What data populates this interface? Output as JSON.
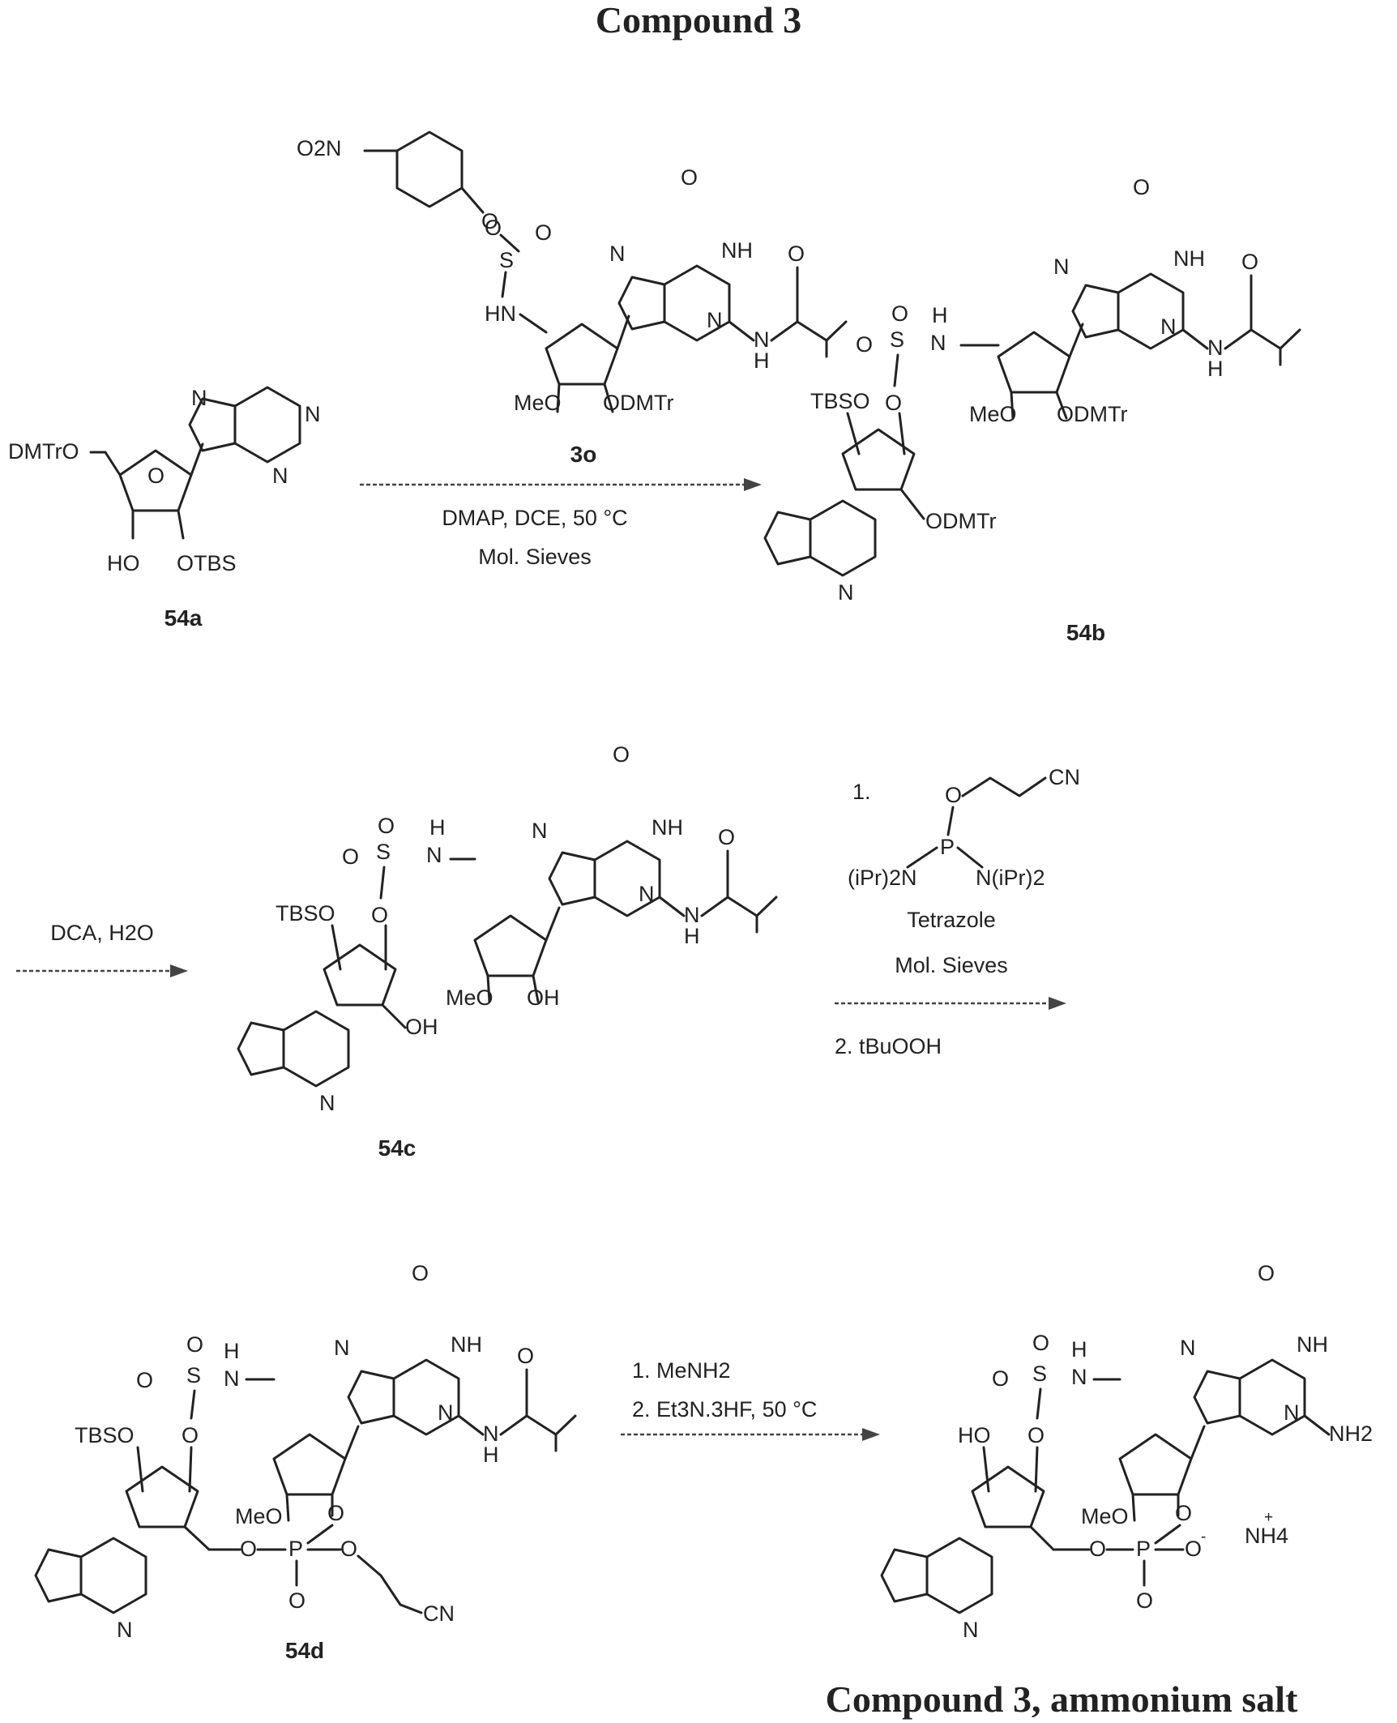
{
  "titles": {
    "top": "Compound 3",
    "bottom": "Compound 3, ammonium salt"
  },
  "compounds": {
    "c54a": {
      "id": "54a"
    },
    "c3o": {
      "id": "3o"
    },
    "c54b": {
      "id": "54b"
    },
    "c54c": {
      "id": "54c"
    },
    "c54d": {
      "id": "54d"
    }
  },
  "steps": {
    "step1": {
      "line1": "DMAP, DCE, 50 °C",
      "line2": "Mol. Sieves"
    },
    "step2": {
      "line1": "DCA, H2O"
    },
    "step3": {
      "number": "1.",
      "line1": "Tetrazole",
      "line2": "Mol. Sieves",
      "line3": "2. tBuOOH"
    },
    "step4": {
      "line1": "1. MeNH2",
      "line2": "2. Et3N.3HF, 50 °C"
    }
  },
  "atom_labels": {
    "ODMTr": "ODMTr",
    "DMTrO": "DMTrO",
    "OTBS": "OTBS",
    "TBSO": "TBSO",
    "HO": "HO",
    "OH": "OH",
    "MeO": "MeO",
    "O": "O",
    "N": "N",
    "NH": "NH",
    "H": "H",
    "HN": "HN",
    "S": "S",
    "P": "P",
    "CN": "CN",
    "O2N": "O2N",
    "NH2": "NH2",
    "NH4": "NH4",
    "iPr2N": "(iPr)2N",
    "NiPr2": "N(iPr)2"
  }
}
